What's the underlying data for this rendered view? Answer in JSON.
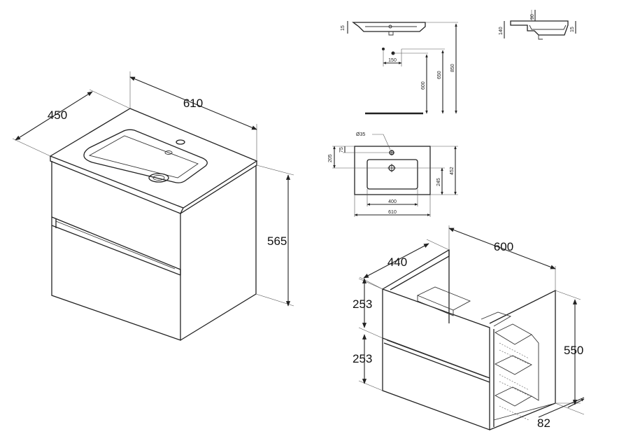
{
  "views": {
    "iso_front": {
      "width_dim": "610",
      "depth_dim": "450",
      "height_dim": "565"
    },
    "side_view": {
      "basin_thickness": "15",
      "drain_offset": "150",
      "height_600": "600",
      "height_650": "650",
      "height_850": "850"
    },
    "profile_view": {
      "dim_90": "90",
      "dim_140": "140",
      "dim_15": "15"
    },
    "plan_view": {
      "tap_hole": "Ø35",
      "dim_205": "205",
      "dim_75": "75",
      "dim_245": "245",
      "dim_452": "452",
      "dim_400": "400",
      "dim_610": "610"
    },
    "iso_back": {
      "width_dim": "600",
      "depth_dim": "440",
      "drawer_top": "253",
      "drawer_bottom": "253",
      "height_dim": "550",
      "recess_dim": "82"
    }
  }
}
